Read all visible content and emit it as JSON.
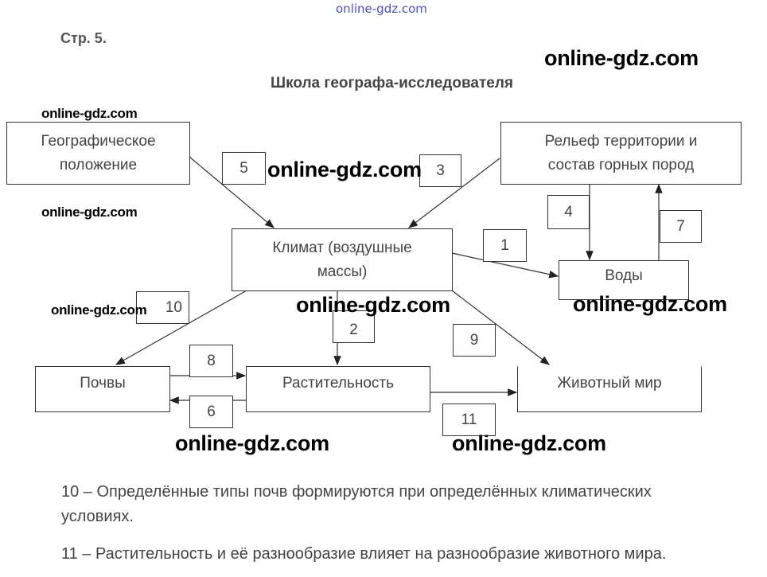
{
  "header": {
    "watermark_top": "online-gdz.com",
    "page_ref": "Стр. 5.",
    "title": "Школа географа-исследователя"
  },
  "watermarks": [
    "online-gdz.com",
    "online-gdz.com",
    "online-gdz.com",
    "online-gdz.com",
    "online-gdz.com",
    "online-gdz.com",
    "online-gdz.com",
    "online-gdz.com",
    "online-gdz.com"
  ],
  "diagram": {
    "geo": "Географическое положение",
    "relief": "Рельеф территории и состав горных пород",
    "climate": "Климат (воздушные массы)",
    "waters": "Воды",
    "soils": "Почвы",
    "vegetation": "Растительность",
    "fauna": "Животный мир",
    "links": {
      "n1": "1",
      "n2": "2",
      "n3": "3",
      "n4": "4",
      "n5": "5",
      "n6": "6",
      "n7": "7",
      "n8": "8",
      "n9": "9",
      "n10": "10",
      "n11": "11"
    }
  },
  "answers": {
    "a10_line1": "10 – Определённые типы почв формируются при определённых климатических",
    "a10_line2": "условиях.",
    "a11": "11 – Растительность и её разнообразие влияет на разнообразие животного мира."
  }
}
